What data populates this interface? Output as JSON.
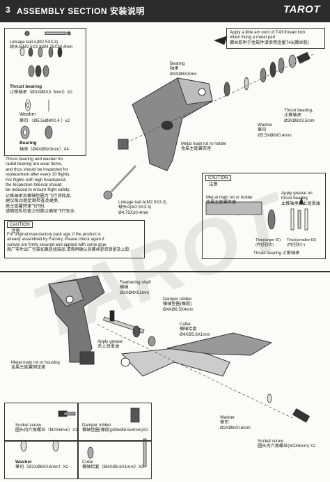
{
  "header": {
    "number": "3",
    "title": "ASSEMBLY SECTION 安装说明",
    "logo": "TAROT"
  },
  "watermark": "TAROT",
  "top": {
    "parts_box": {
      "linkage_ball": [
        "Linkage ball A(M2.5X3.3)",
        "球头A(M2.5X3.3)Ø4.75X20.4mm"
      ],
      "thrust_bearing": [
        "Thrust bearing",
        "止推轴承（Ø3XØ8X3. 5mm）X2"
      ],
      "washer": [
        "Washer",
        "華司 （Ø5.5xØ8X0.4 ）x2"
      ],
      "bearing": [
        "Bearing",
        "轴承（Ø4XØ8X3mm）X4"
      ],
      "note_en": [
        "Thrust bearing and washer for",
        "radial bearing are wear items,",
        "and thus should be Inspected for",
        "replacement after every 20 flights.",
        "For flights with high headspeed,",
        "the Inspection Interval should",
        "be reduced to ensure flight safety."
      ],
      "note_cn": [
        "止推轴承及横轴垫圈为飞行消耗品,",
        "建议每20趟定期检查及更换,",
        "高主旋翼转速飞行时,",
        "请缩短拆检查之时数以确保飞行安全."
      ]
    },
    "thread_lock": [
      "Apply a little am ount of T43 thread lock",
      "when fixing a metal part",
      "螺丝胶附于金属件请使用适量T43(螺丝胶)"
    ],
    "bearing_label": [
      "Bearing",
      "轴承",
      "Ø4XØ8X3mm"
    ],
    "rotor_holder": [
      "Metal main rot ro holder",
      "金属主旋翼夹座"
    ],
    "washer_label": [
      "Washer",
      "華司",
      "Ø5.5XØ8X0.4mm"
    ],
    "thrust_label": [
      "Thrust bearing,",
      "止推轴承",
      "Ø3XØ8X3.5mm"
    ],
    "linkage_label": [
      "Linkage ball A(M2.5X3.3)",
      "球头A(M2.5X3.3)",
      "Ø4.75X20.4mm"
    ],
    "caution_top": {
      "label": "CAUTION",
      "label_cn": "注意",
      "text": [
        "Met al main rot or holder",
        "金属主旋翼夹座"
      ]
    },
    "grease": [
      "Apply grease on",
      "thrust bearing",
      "止推轴承涂上润滑油"
    ],
    "thin_id": [
      "Thin(larger ID)",
      "(内径较大)"
    ],
    "thick_id": [
      "Thick(smaller ID)",
      "(内径较小)"
    ],
    "thrust_bearing_caption": "Thrust bearing 止推轴承",
    "caution_bottom": {
      "label": "CAUTION",
      "label_cn": "注意",
      "text": [
        "For original manufactory pack age, if the product is",
        "already assembled by Factory, Please check again if",
        "screws are firmly secured and applied with some glue.",
        "原厂零件出厂包装如果是组装品,请需再确认各螺丝是否锁紧及上胶."
      ]
    }
  },
  "bottom": {
    "feathering": [
      "Feathering shaft",
      "横轴",
      "Ø3XØ4X51mm"
    ],
    "damper": [
      "Damper rubber",
      "横轴垫圈(橡胶)",
      "Ø4XØ6.5X4mm"
    ],
    "collar": [
      "Collar",
      "横轴铝套",
      "Ø4XØ5.6X1mm"
    ],
    "grease": [
      "Apply grease",
      "涂上润滑油"
    ],
    "housing": [
      "Metal main rot or housing",
      "金属主旋翼固定座"
    ],
    "washer": [
      "Washer",
      "華司",
      "Ø2XØ6X0.6mm"
    ],
    "socket_screw": [
      "Socket screw",
      "圆头内六角螺丝(M2X6mm) X2"
    ],
    "parts": {
      "screw": [
        "Socket screw",
        "圆头内六角螺丝（M2X6mm）X2"
      ],
      "damper": [
        "Damper rubber",
        "横轴垫圈(橡胶)(Ø4xØ6.5x4mm)X2"
      ],
      "washer": [
        "Washer",
        "華司（Ø2XØ6X0.6mm）X2"
      ],
      "collar": [
        "Collar",
        "横轴铝套（Ø4XØ5.6X1mm）X2"
      ]
    }
  }
}
